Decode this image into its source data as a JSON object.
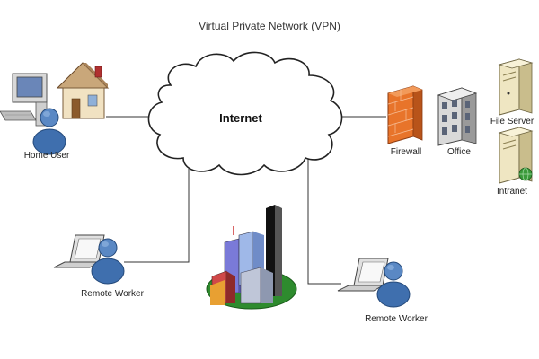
{
  "diagram": {
    "title": "Virtual Private Network (VPN)",
    "cloud_label": "Internet",
    "nodes": {
      "home_user": "Home User",
      "remote_worker_left": "Remote Worker",
      "remote_worker_right": "Remote Worker",
      "firewall": "Firewall",
      "office": "Office",
      "file_server": "File Server",
      "intranet": "Intranet"
    }
  },
  "colors": {
    "line": "#333333",
    "cloud_stroke": "#222222",
    "firewall": "#e8742a",
    "person": "#3f6fae",
    "server": "#eee8c8",
    "ground": "#2e8b2e"
  }
}
